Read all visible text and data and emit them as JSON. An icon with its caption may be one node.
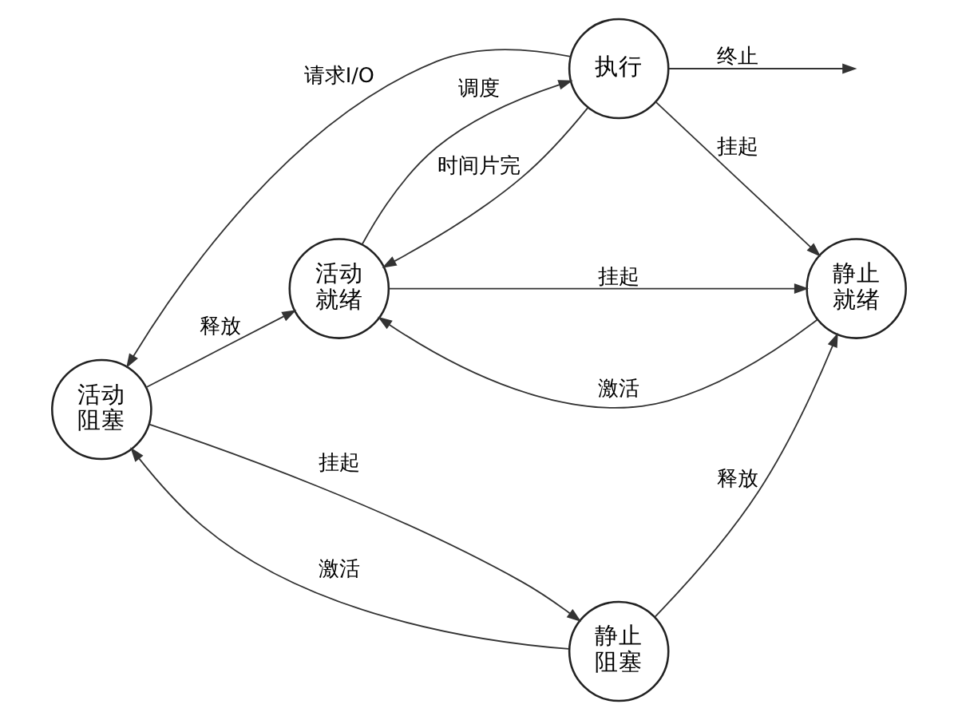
{
  "diagram": {
    "nodes": [
      {
        "text": [
          "执行"
        ]
      },
      {
        "text": [
          "活动就绪"
        ]
      },
      {
        "text": [
          "静止就绪"
        ]
      },
      {
        "text": [
          "活动阻塞"
        ]
      },
      {
        "text": [
          "静止阻塞"
        ]
      }
    ],
    "edges": [
      {
        "from": 0,
        "to": null,
        "arrow": "to",
        "label": "终止"
      },
      {
        "from": 0,
        "to": 3,
        "arrow": "to",
        "label": "请求I/O"
      },
      {
        "from": 0,
        "to": 1,
        "arrow": "to",
        "label": "时间片完"
      },
      {
        "from": 1,
        "to": 0,
        "arrow": "to",
        "label": "调度"
      },
      {
        "from": 0,
        "to": 2,
        "arrow": "to",
        "label": "挂起"
      },
      {
        "from": 2,
        "to": 1,
        "arrow": "to",
        "label": "激活"
      },
      {
        "from": 1,
        "to": 2,
        "arrow": "to",
        "label": "挂起"
      },
      {
        "from": 3,
        "to": 1,
        "arrow": "to",
        "label": "释放"
      },
      {
        "from": 4,
        "to": 2,
        "arrow": "to",
        "label": "释放"
      },
      {
        "from": 4,
        "to": 3,
        "arrow": "to",
        "label": "激活"
      },
      {
        "from": 3,
        "to": 4,
        "arrow": "to",
        "label": "挂起"
      }
    ]
  }
}
